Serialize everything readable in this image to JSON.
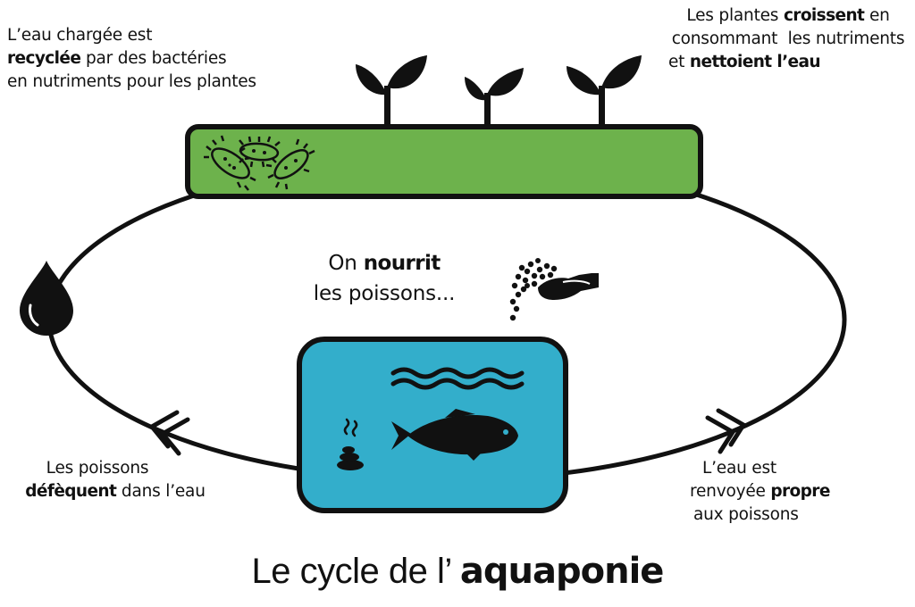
{
  "colors": {
    "ink": "#111111",
    "grow_bed": "#6db24c",
    "fish_tank": "#33aecb",
    "background": "#ffffff"
  },
  "labels": {
    "top_left": {
      "line1": "L’eau chargée est",
      "line2_bold": "recyclée",
      "line2_rest": " par des bactéries",
      "line3": "en nutriments pour les plantes"
    },
    "top_right": {
      "line1_pre": "Les plantes ",
      "line1_bold": "croissent",
      "line1_post": " en",
      "line2": "consommant  les nutriments",
      "line3_pre": "et ",
      "line3_bold": "nettoient l’eau"
    },
    "center": {
      "line1_pre": "On ",
      "line1_bold": "nourrit",
      "line2": "les poissons..."
    },
    "bottom_left": {
      "line1": "Les poissons",
      "line2_bold": "défèquent",
      "line2_rest": " dans l’eau"
    },
    "bottom_right": {
      "line1": "L’eau est",
      "line2_pre": "renvoyée ",
      "line2_bold": "propre",
      "line3": "aux poissons"
    }
  },
  "title": {
    "prefix": "Le cycle de l’ ",
    "bold": "aquaponie"
  },
  "icons": [
    "plant-icon",
    "bacteria-icon",
    "water-drop-icon",
    "feeding-hand-icon",
    "water-wave-icon",
    "fish-icon",
    "poop-icon",
    "arrow-icon"
  ]
}
